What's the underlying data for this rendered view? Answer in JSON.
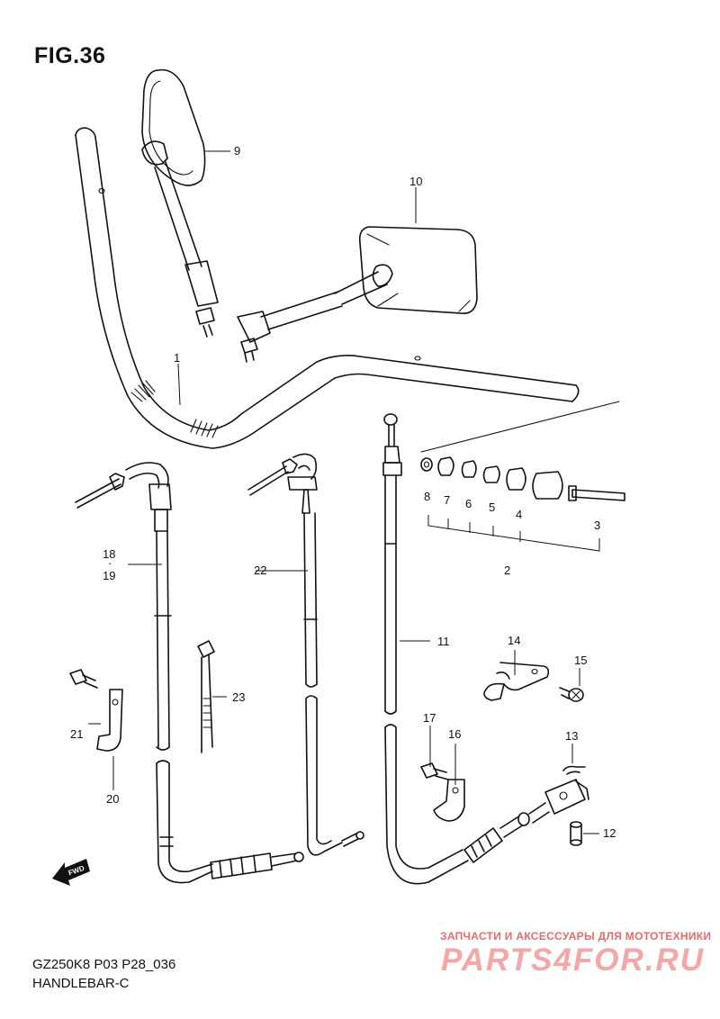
{
  "figure_title": "FIG.36",
  "model_code": "GZ250K8 P03 P28_036",
  "section_name": "HANDLEBAR-C",
  "fwd_label": "FWD",
  "watermark": {
    "tagline": "ЗАПЧАСТИ И АКСЕССУАРЫ ДЛЯ МОТОТЕХНИКИ",
    "logo": "PARTS4FOR.RU"
  },
  "callouts": [
    "1",
    "2",
    "3",
    "4",
    "5",
    "6",
    "7",
    "8",
    "9",
    "10",
    "11",
    "12",
    "13",
    "14",
    "15",
    "16",
    "17",
    "18",
    "19",
    "20",
    "21",
    "22",
    "23"
  ],
  "callout_18_19_separator": "·",
  "colors": {
    "line": "#111111",
    "watermark": "#e05252"
  }
}
